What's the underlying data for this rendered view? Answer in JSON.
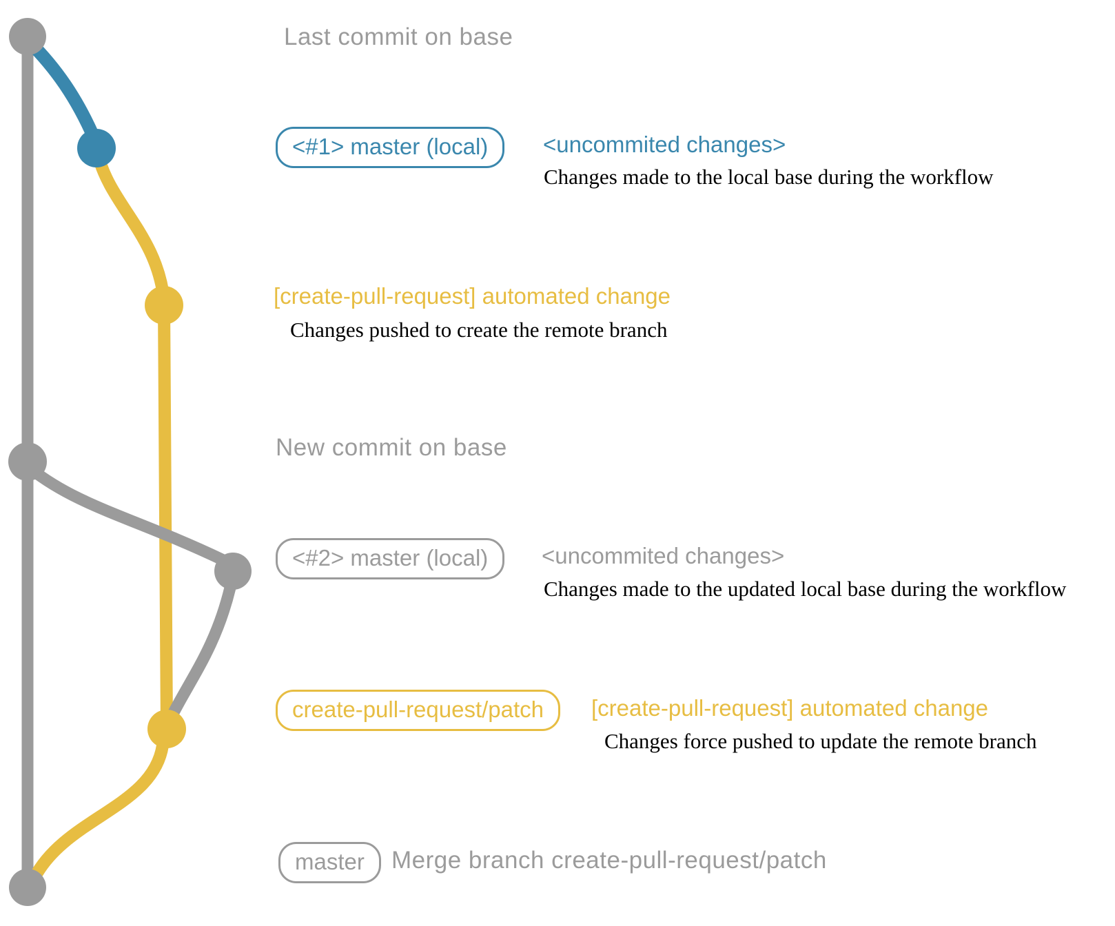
{
  "colors": {
    "gray": "#9b9b9b",
    "blue": "#3a87ad",
    "yellow": "#e7bd42",
    "note": "#000000"
  },
  "labels": {
    "last_commit": "Last commit on base",
    "new_commit": "New commit on base",
    "step1": {
      "badge": "<#1> master (local)",
      "tag": "<uncommited changes>",
      "note": "Changes made to the local base during the workflow"
    },
    "step2": {
      "tag": "[create-pull-request] automated change",
      "note": "Changes pushed to create the remote branch"
    },
    "step3": {
      "badge": "<#2> master (local)",
      "tag": "<uncommited changes>",
      "note": "Changes made to the updated local base during the workflow"
    },
    "step4": {
      "badge": "create-pull-request/patch",
      "tag": "[create-pull-request] automated change",
      "note": "Changes force pushed to update the remote branch"
    },
    "step5": {
      "badge": "master",
      "tag": "Merge branch create-pull-request/patch"
    }
  }
}
